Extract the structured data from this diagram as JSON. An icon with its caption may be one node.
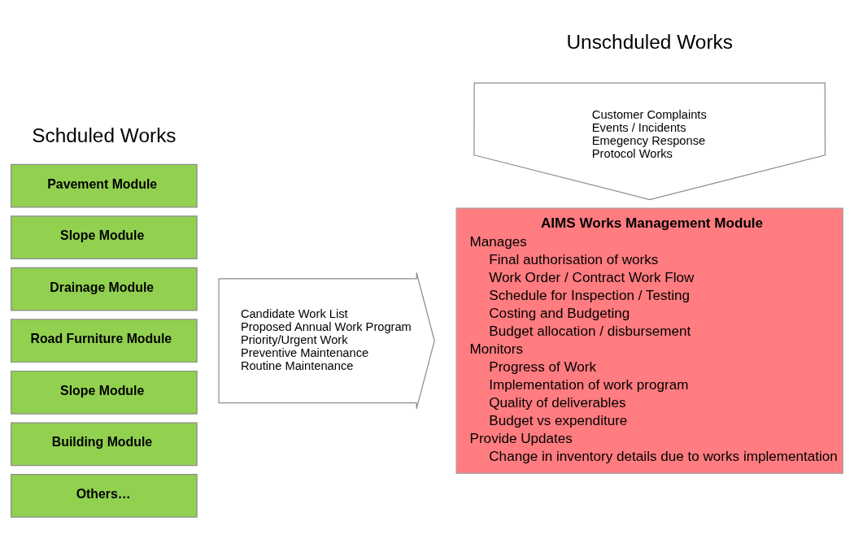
{
  "diagram": {
    "nodes": [
      {
        "text": [
          "Pavement Module"
        ]
      },
      {
        "text": [
          "Slope Module"
        ]
      },
      {
        "text": [
          "Drainage Module"
        ]
      },
      {
        "text": [
          "Road Furniture Module"
        ]
      },
      {
        "text": [
          "Slope Module"
        ]
      },
      {
        "text": [
          "Building Module"
        ]
      },
      {
        "text": [
          "Others…"
        ]
      },
      {
        "text": [
          "Candidate Work List",
          "Proposed Annual Work Program",
          "Priority/Urgent Work",
          "Preventive Maintenance",
          "Routine Maintenance"
        ]
      },
      {
        "text": [
          "Customer Complaints",
          "Events / Incidents",
          "Emegency Response",
          "Protocol Works"
        ]
      },
      {
        "text": [
          "AIMS Works Management Module",
          "Manages",
          "Final authorisation of works",
          "Work Order / Contract Work Flow",
          "Schedule for Inspection / Testing",
          "Costing and Budgeting",
          "Budget allocation / disbursement",
          "Monitors",
          "Progress of Work",
          "Implementation of work program",
          "Quality of deliverables",
          "Budget vs expenditure",
          "Provide Updates",
          "Change in inventory details due to works implementation"
        ]
      }
    ],
    "labels": [
      "Unschduled Works",
      "Schduled Works"
    ]
  }
}
